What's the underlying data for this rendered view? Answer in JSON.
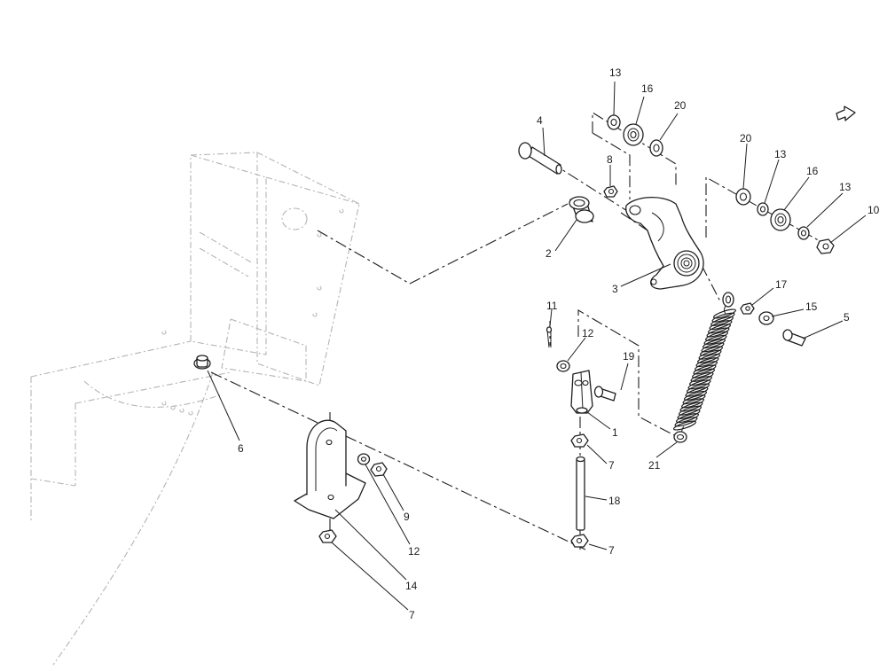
{
  "callouts": {
    "c1": "1",
    "c2": "2",
    "c3": "3",
    "c4": "4",
    "c5": "5",
    "c6": "6",
    "c7a": "7",
    "c7b": "7",
    "c7c": "7",
    "c8": "8",
    "c9": "9",
    "c10": "10",
    "c11": "11",
    "c12a": "12",
    "c12b": "12",
    "c13a": "13",
    "c13b": "13",
    "c13c": "13",
    "c14": "14",
    "c15": "15",
    "c16a": "16",
    "c16b": "16",
    "c17": "17",
    "c18": "18",
    "c19": "19",
    "c20a": "20",
    "c20b": "20",
    "c21": "21"
  },
  "icons": {
    "orientation_arrow": "orientation-arrow-icon"
  },
  "colors": {
    "line": "#1e1e1e",
    "frame": "#b4b4b4",
    "background": "#ffffff"
  }
}
